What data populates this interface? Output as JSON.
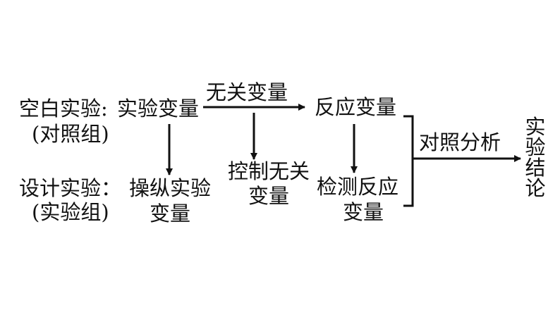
{
  "blank_experiment": {
    "label": "空白实验:",
    "group": "(对照组)",
    "variable": "实验变量"
  },
  "designed_experiment": {
    "label": "设计实验：",
    "group": "(实验组)",
    "variable_line1": "操纵实验",
    "variable_line2": "变量"
  },
  "irrelevant_variable": {
    "label": "无关变量",
    "control_line1": "控制无关",
    "control_line2": "变量"
  },
  "response_variable": {
    "label": "反应变量",
    "detect_line1": "检测反应",
    "detect_line2": "变量"
  },
  "comparison": {
    "label": "对照分析"
  },
  "conclusion": {
    "label": "实验结论"
  }
}
